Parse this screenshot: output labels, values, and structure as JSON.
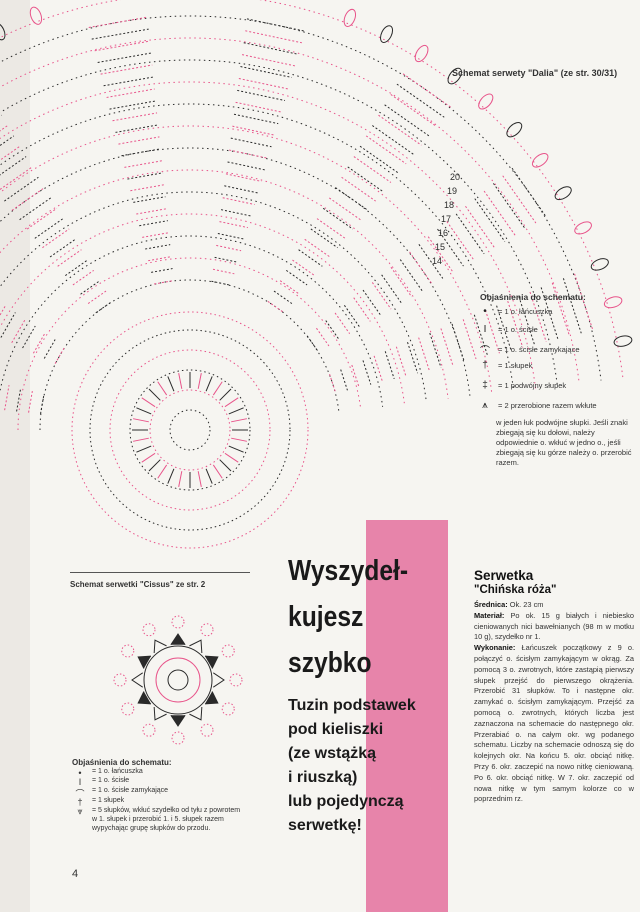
{
  "top_caption": "Schemat serwety \"Dalia\" (ze str. 30/31)",
  "legend1": {
    "title": "Objaśnienia do schematu:",
    "items": [
      {
        "icon": "dot-icon",
        "glyph": "•",
        "text": "= 1 o. łańcuszka"
      },
      {
        "icon": "bar-icon",
        "glyph": "I",
        "text": "= 1 o. ścisłe"
      },
      {
        "icon": "arc-icon",
        "glyph": "⌒",
        "text": "= 1 o. ścisłe zamykające"
      },
      {
        "icon": "dagger-icon",
        "glyph": "†",
        "text": "= 1 słupek"
      },
      {
        "icon": "double-dagger-icon",
        "glyph": "‡",
        "text": "= 1 podwójny słupek"
      },
      {
        "icon": "cluster-icon",
        "glyph": "⩚",
        "text": "= 2 przerobione razem wkłute"
      }
    ],
    "note": "w jeden łuk podwójne słupki. Jeśli znaki zbiegają się ku dołowi, należy odpowiednie o. wkłuć w jedno o., jeśli zbiegają się ku górze należy o. przerobić razem."
  },
  "small_caption": "Schemat serwetki \"Cissus\" ze str. 2",
  "legend2": {
    "title": "Objaśnienia do schematu:",
    "items": [
      {
        "icon": "dot-icon",
        "glyph": "•",
        "text": "= 1 o. łańcuszka"
      },
      {
        "icon": "bar-icon",
        "glyph": "I",
        "text": "= 1 o. ścisłe"
      },
      {
        "icon": "arc-icon",
        "glyph": "⌒",
        "text": "= 1 o. ścisłe zamykające"
      },
      {
        "icon": "dagger-icon",
        "glyph": "†",
        "text": "= 1 słupek"
      },
      {
        "icon": "fan-icon",
        "glyph": "⩔",
        "text": "= 5 słupków, wkłuć szydełko od tyłu z powrotem w 1. słupek i przerobić 1. i 5. słupek razem wypychając grupę słupków do przodu."
      }
    ]
  },
  "headline": [
    "Wyszydeł-",
    "kujesz",
    "szybko"
  ],
  "subhead": [
    "Tuzin podstawek",
    "pod kieliszki",
    "(ze wstążką",
    "i riuszką)",
    "lub pojedynczą",
    "serwetkę!"
  ],
  "article": {
    "title": "Serwetka",
    "subtitle": "\"Chińska róża\"",
    "srednica_label": "Średnica:",
    "srednica": " Ok. 23 cm",
    "material_label": "Materiał:",
    "material": " Po ok. 15 g białych i niebiesko cieniowanych nici bawełnianych (98 m w motku 10 g), szydełko nr 1.",
    "wykonanie_label": "Wykonanie:",
    "wykonanie": " Łańcuszek początkowy z 9 o. połączyć o. ścisłym zamykającym w okrąg. Za pomocą 3 o. zwrotnych, które zastąpią pierwszy słupek przejść do pierwszego okrążenia. Przerobić 31 słupków. To i następne okr. zamykać o. ścisłym zamykającym. Przejść za pomocą o. zwrotnych, których liczba jest zaznaczona na schemacie do następnego okr. Przerabiać o. na całym okr. wg podanego schematu. Liczby na schemacie odnoszą się do kolejnych okr. Na końcu 5. okr. obciąć nitkę. Przy 6. okr. zaczepić na nowo nitkę cieniowaną. Po 6. okr. obciąć nitkę. W 7. okr. zaczepić od nowa nitkę w tym samym kolorze co w poprzednim rz."
  },
  "chart_numbers": [
    "20",
    "19",
    "18",
    "17",
    "16",
    "15",
    "14"
  ],
  "page_number": "4",
  "colors": {
    "pink": "#e8548a",
    "ink": "#2a2a2a",
    "band": "#e57aa4"
  }
}
